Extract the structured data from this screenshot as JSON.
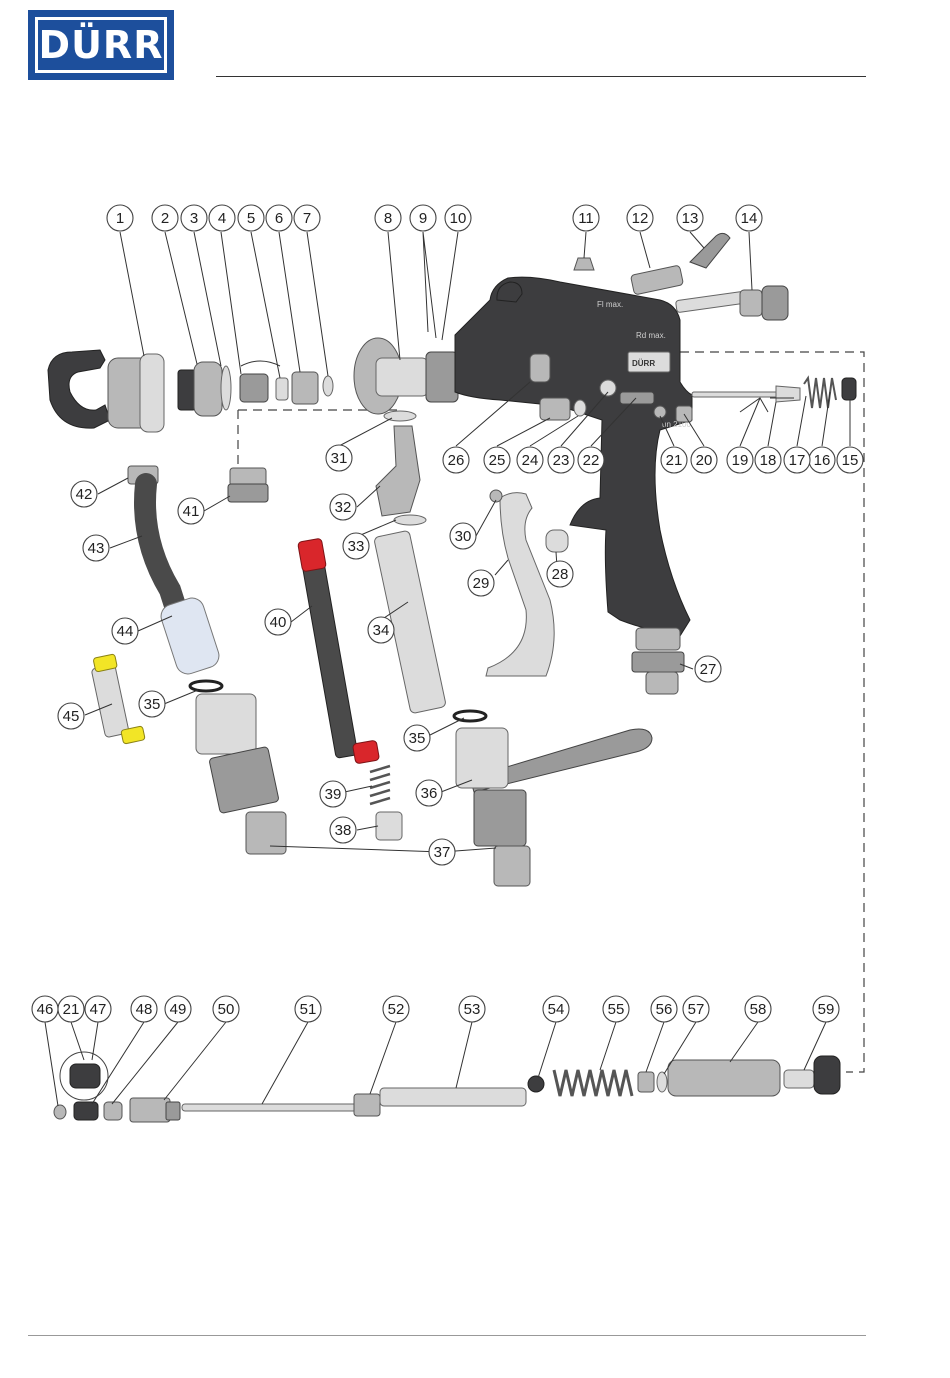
{
  "header": {
    "brand": "DÜRR"
  },
  "gun_labels": {
    "fl_max": "Fl max.",
    "rd_max": "Rd max.",
    "gun_badge": "DÜRR",
    "model": "un 2100"
  },
  "colors": {
    "brand_blue": "#1d4f9c",
    "gun_body": "#3d3d3f",
    "filter_red": "#d9262b",
    "filter_yellow": "#f2e526"
  },
  "callouts": [
    "1",
    "2",
    "3",
    "4",
    "5",
    "6",
    "7",
    "8",
    "9",
    "10",
    "11",
    "12",
    "13",
    "14",
    "15",
    "16",
    "17",
    "18",
    "19",
    "20",
    "21",
    "22",
    "23",
    "24",
    "25",
    "26",
    "27",
    "28",
    "29",
    "30",
    "31",
    "32",
    "33",
    "34",
    "35",
    "35",
    "36",
    "37",
    "38",
    "39",
    "40",
    "41",
    "42",
    "43",
    "44",
    "45",
    "46",
    "21",
    "47",
    "48",
    "49",
    "50",
    "51",
    "52",
    "53",
    "54",
    "55",
    "56",
    "57",
    "58",
    "59"
  ]
}
